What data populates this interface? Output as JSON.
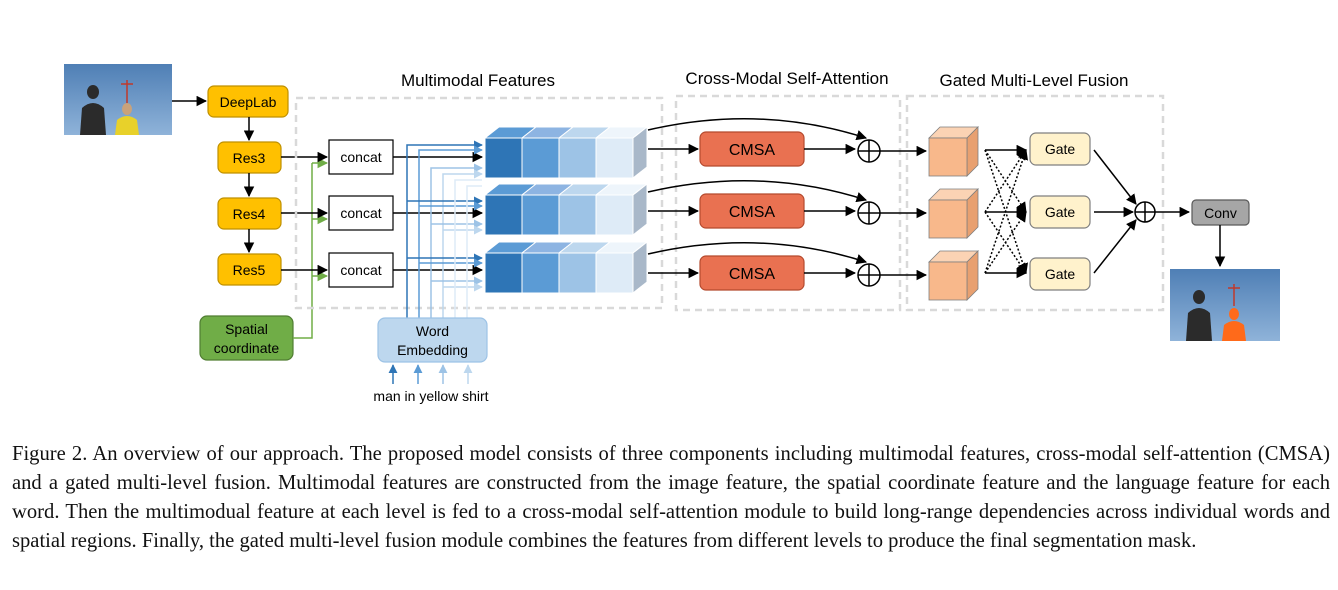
{
  "sections": {
    "multimodal": "Multimodal Features",
    "cmsa": "Cross-Modal Self-Attention",
    "fusion": "Gated Multi-Level Fusion"
  },
  "backbone": {
    "deeplab": "DeepLab",
    "res3": "Res3",
    "res4": "Res4",
    "res5": "Res5"
  },
  "spatial": {
    "line1": "Spatial",
    "line2": "coordinate"
  },
  "concat_label": "concat",
  "word_embedding": {
    "line1": "Word",
    "line2": "Embedding"
  },
  "query_text": "man in yellow shirt",
  "cmsa_label": "CMSA",
  "gate_label": "Gate",
  "conv_label": "Conv",
  "colors": {
    "backbone": "#FFC000",
    "spatial": "#70AD47",
    "cmsa": "#E97151",
    "fusion_cube": "#F8B88B",
    "gate": "#FFF2CC",
    "conv": "#A6A6A6",
    "word_embed": "#BDD7EE",
    "cube_dark": "#2E75B6",
    "cube_mid": "#5B9BD5",
    "cube_light": "#9DC3E6",
    "cube_pale": "#DEEBF7"
  },
  "caption": "Figure 2. An overview of our approach. The proposed model consists of three components including multimodal features, cross-modal self-attention (CMSA) and a gated multi-level fusion. Multimodal features are constructed from the image feature, the spatial coordinate feature and the language feature for each word. Then the multimodual feature at each level is fed to a cross-modal self-attention module to build long-range dependencies across individual words and spatial regions. Finally, the gated multi-level fusion module combines the features from different levels to produce the final segmentation mask."
}
